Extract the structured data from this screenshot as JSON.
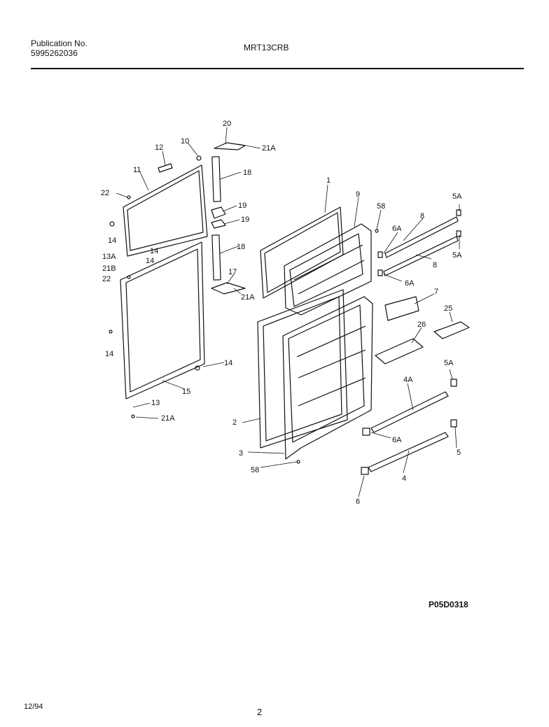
{
  "header": {
    "publication_label": "Publication No.",
    "publication_number": "5995262036",
    "model": "MRT13CRB"
  },
  "figure_code": "P05D0318",
  "footer": {
    "date": "12/94",
    "page_number": "2"
  },
  "callouts": {
    "c1": "1",
    "c2": "2",
    "c3": "3",
    "c4": "4",
    "c4A": "4A",
    "c5": "5",
    "c5A_top": "5A",
    "c5A_mid": "5A",
    "c5A_low": "5A",
    "c6": "6",
    "c6A_top": "6A",
    "c6A_mid": "6A",
    "c6A_low": "6A",
    "c7": "7",
    "c8_top": "8",
    "c8_low": "8",
    "c9": "9",
    "c10": "10",
    "c11": "11",
    "c12": "12",
    "c13": "13",
    "c13A": "13A",
    "c14_a": "14",
    "c14_b": "14",
    "c14_c": "14",
    "c14_d": "14",
    "c14_e": "14",
    "c15": "15",
    "c17": "17",
    "c18_top": "18",
    "c18_low": "18",
    "c19_a": "19",
    "c19_b": "19",
    "c20": "20",
    "c21A_top": "21A",
    "c21A_mid": "21A",
    "c21A_low": "21A",
    "c21B": "21B",
    "c22_top": "22",
    "c22_low": "22",
    "c25": "25",
    "c26": "26",
    "c58_top": "58",
    "c58_low": "58"
  }
}
